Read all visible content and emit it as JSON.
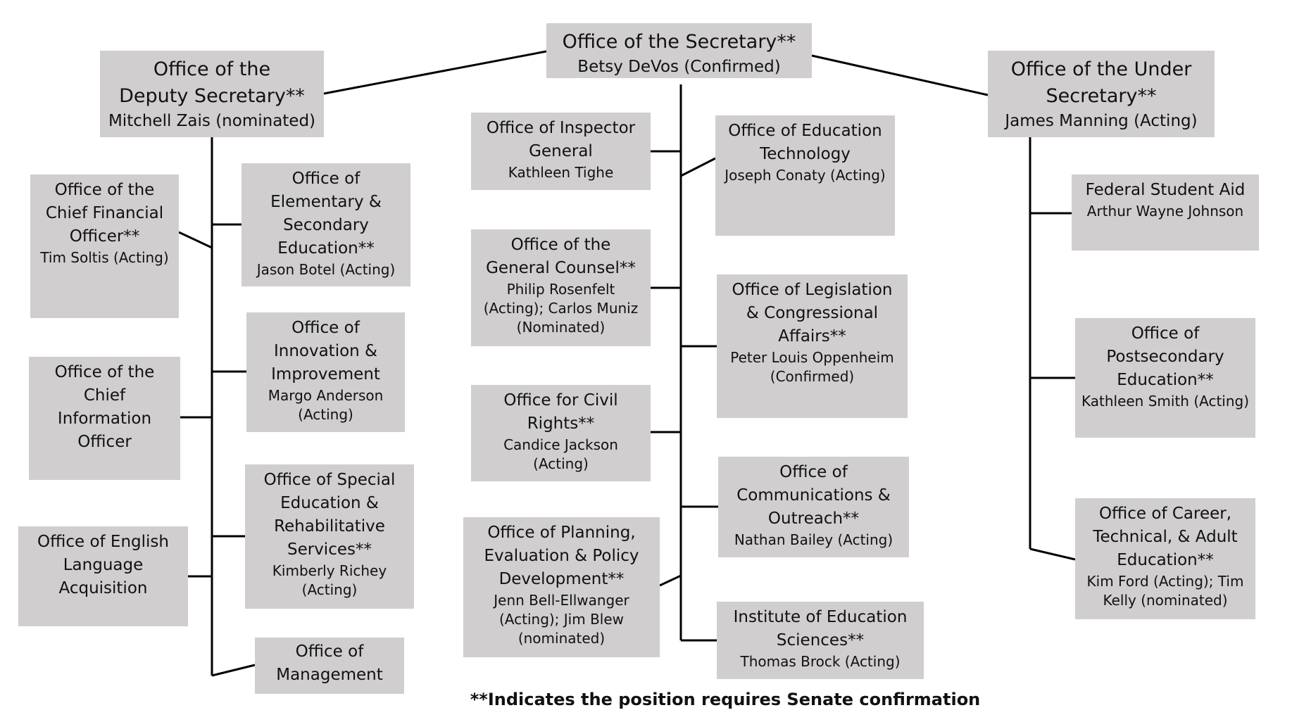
{
  "root": {
    "title": "Office of the Secretary**",
    "person": "Betsy DeVos (Confirmed)"
  },
  "deputy": {
    "title": "Office of the\nDeputy Secretary**",
    "person": "Mitchell Zais (nominated)"
  },
  "under": {
    "title": "Office of the Under\nSecretary**",
    "person": "James Manning (Acting)"
  },
  "deputy_children": [
    {
      "title": "Office of the\nChief Financial\nOfficer**",
      "person": "Tim Soltis (Acting)"
    },
    {
      "title": "Office of\nElementary &\nSecondary\nEducation**",
      "person": "Jason Botel (Acting)"
    },
    {
      "title": "Office of\nInnovation &\nImprovement",
      "person": "Margo Anderson\n(Acting)"
    },
    {
      "title": "Office of the\nChief\nInformation\nOfficer",
      "person": ""
    },
    {
      "title": "Office of Special\nEducation &\nRehabilitative\nServices**",
      "person": "Kimberly Richey\n(Acting)"
    },
    {
      "title": "Office of English\nLanguage\nAcquisition",
      "person": ""
    },
    {
      "title": "Office of\nManagement",
      "person": ""
    }
  ],
  "secretary_children": [
    {
      "title": "Office of Inspector\nGeneral",
      "person": "Kathleen Tighe"
    },
    {
      "title": "Office of Education\nTechnology",
      "person": "Joseph Conaty (Acting)"
    },
    {
      "title": "Office of the\nGeneral Counsel**",
      "person": "Philip Rosenfelt\n(Acting); Carlos Muniz\n(Nominated)"
    },
    {
      "title": "Office of Legislation\n& Congressional\nAffairs**",
      "person": "Peter Louis Oppenheim\n(Confirmed)"
    },
    {
      "title": "Office for Civil\nRights**",
      "person": "Candice Jackson\n(Acting)"
    },
    {
      "title": "Office of\nCommunications &\nOutreach**",
      "person": "Nathan Bailey (Acting)"
    },
    {
      "title": "Office of Planning,\nEvaluation & Policy\nDevelopment**",
      "person": "Jenn Bell-Ellwanger\n(Acting); Jim Blew\n(nominated)"
    },
    {
      "title": "Institute of Education\nSciences**",
      "person": "Thomas Brock (Acting)"
    }
  ],
  "under_children": [
    {
      "title": "Federal Student Aid",
      "person": "Arthur Wayne Johnson"
    },
    {
      "title": "Office of\nPostsecondary\nEducation**",
      "person": "Kathleen Smith (Acting)"
    },
    {
      "title": "Office of Career,\nTechnical, & Adult\nEducation**",
      "person": "Kim Ford (Acting); Tim\nKelly (nominated)"
    }
  ],
  "footnote": "**Indicates the position requires Senate confirmation"
}
